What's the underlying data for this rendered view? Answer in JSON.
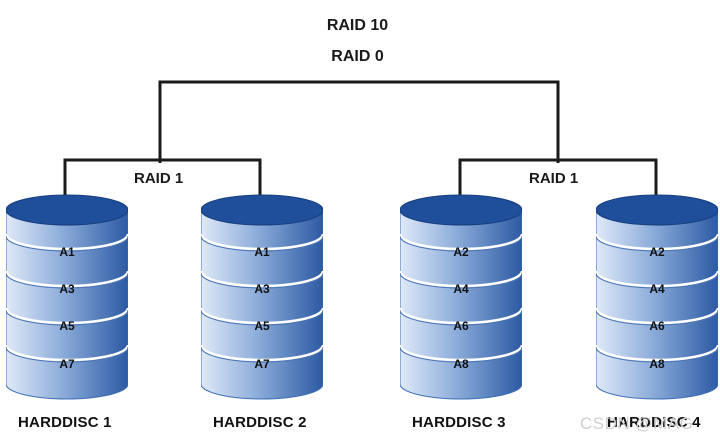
{
  "diagram": {
    "title_top": "RAID 10",
    "title_sub": "RAID 0",
    "mirror_left": "RAID 1",
    "mirror_right": "RAID 1",
    "colors": {
      "disk_light": "#dfe9f8",
      "disk_mid": "#8eaedb",
      "disk_dark": "#2c5aa3",
      "line": "#1a1a1a"
    },
    "disks": [
      {
        "label": "HARDDISC 1",
        "blocks": [
          "A1",
          "A3",
          "A5",
          "A7"
        ]
      },
      {
        "label": "HARDDISC 2",
        "blocks": [
          "A1",
          "A3",
          "A5",
          "A7"
        ]
      },
      {
        "label": "HARDDISC 3",
        "blocks": [
          "A2",
          "A4",
          "A6",
          "A8"
        ]
      },
      {
        "label": "HARDDISC 4",
        "blocks": [
          "A2",
          "A4",
          "A6",
          "A8"
        ]
      }
    ],
    "watermark": "CSDN @MAG"
  }
}
